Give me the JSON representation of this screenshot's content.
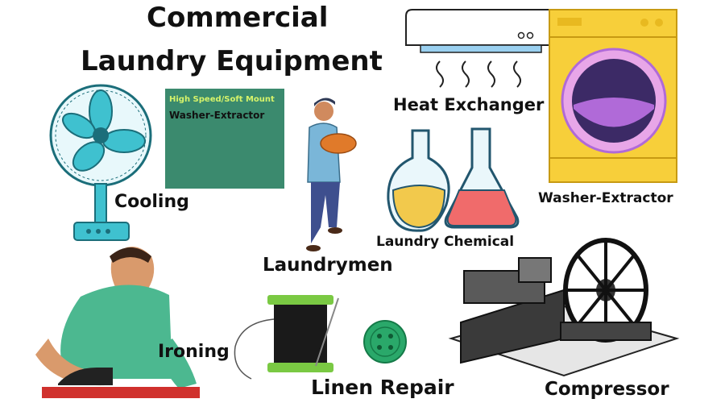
{
  "title": {
    "line1": "Commercial",
    "line2": "Laundry Equipment"
  },
  "panel": {
    "subtitle": "High Speed/Soft Mount",
    "name": "Washer-Extractor"
  },
  "labels": {
    "heat_exchanger": "Heat Exchanger",
    "cooling": "Cooling",
    "washer_extractor": "Washer-Extractor",
    "laundry_chemical": "Laundry Chemical",
    "laundrymen": "Laundrymen",
    "ironing": "Ironing",
    "linen_repair": "Linen Repair",
    "compressor": "Compressor"
  },
  "icons": [
    "fan-icon",
    "heat-exchanger-icon",
    "washing-machine-icon",
    "laundryman-figure",
    "chemical-flasks-icon",
    "ironing-figure",
    "thread-spool-icon",
    "button-icon",
    "compressor-icon"
  ],
  "colors": {
    "fan": "#3fc1cf",
    "washer": "#f7cf3a",
    "drum": "#b06ad8",
    "panel": "#3b8a6e",
    "spool": "#7ac943",
    "flask_yellow": "#f2c94c",
    "flask_red": "#f06b6b",
    "shirt": "#4cb890"
  }
}
